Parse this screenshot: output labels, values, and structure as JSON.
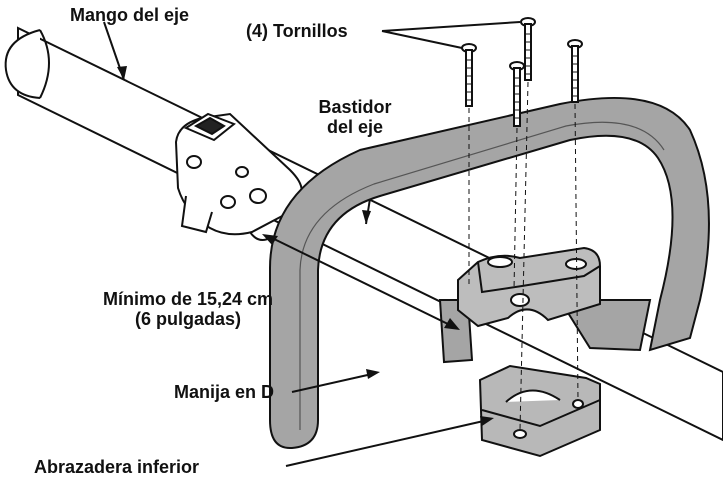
{
  "labels": {
    "shaft_handle": "Mango del eje",
    "screws": "(4) Tornillos",
    "shaft_housing_line1": "Bastidor",
    "shaft_housing_line2": "del eje",
    "minimum_line1": "Mínimo de 15,24 cm",
    "minimum_line2": "(6 pulgadas)",
    "d_handle": "Manija en D",
    "lower_clamp": "Abrazadera inferior"
  },
  "colors": {
    "handle_fill": "#a5a5a5",
    "clamp_fill": "#b8b8b8",
    "line": "#111111",
    "background": "#ffffff"
  }
}
